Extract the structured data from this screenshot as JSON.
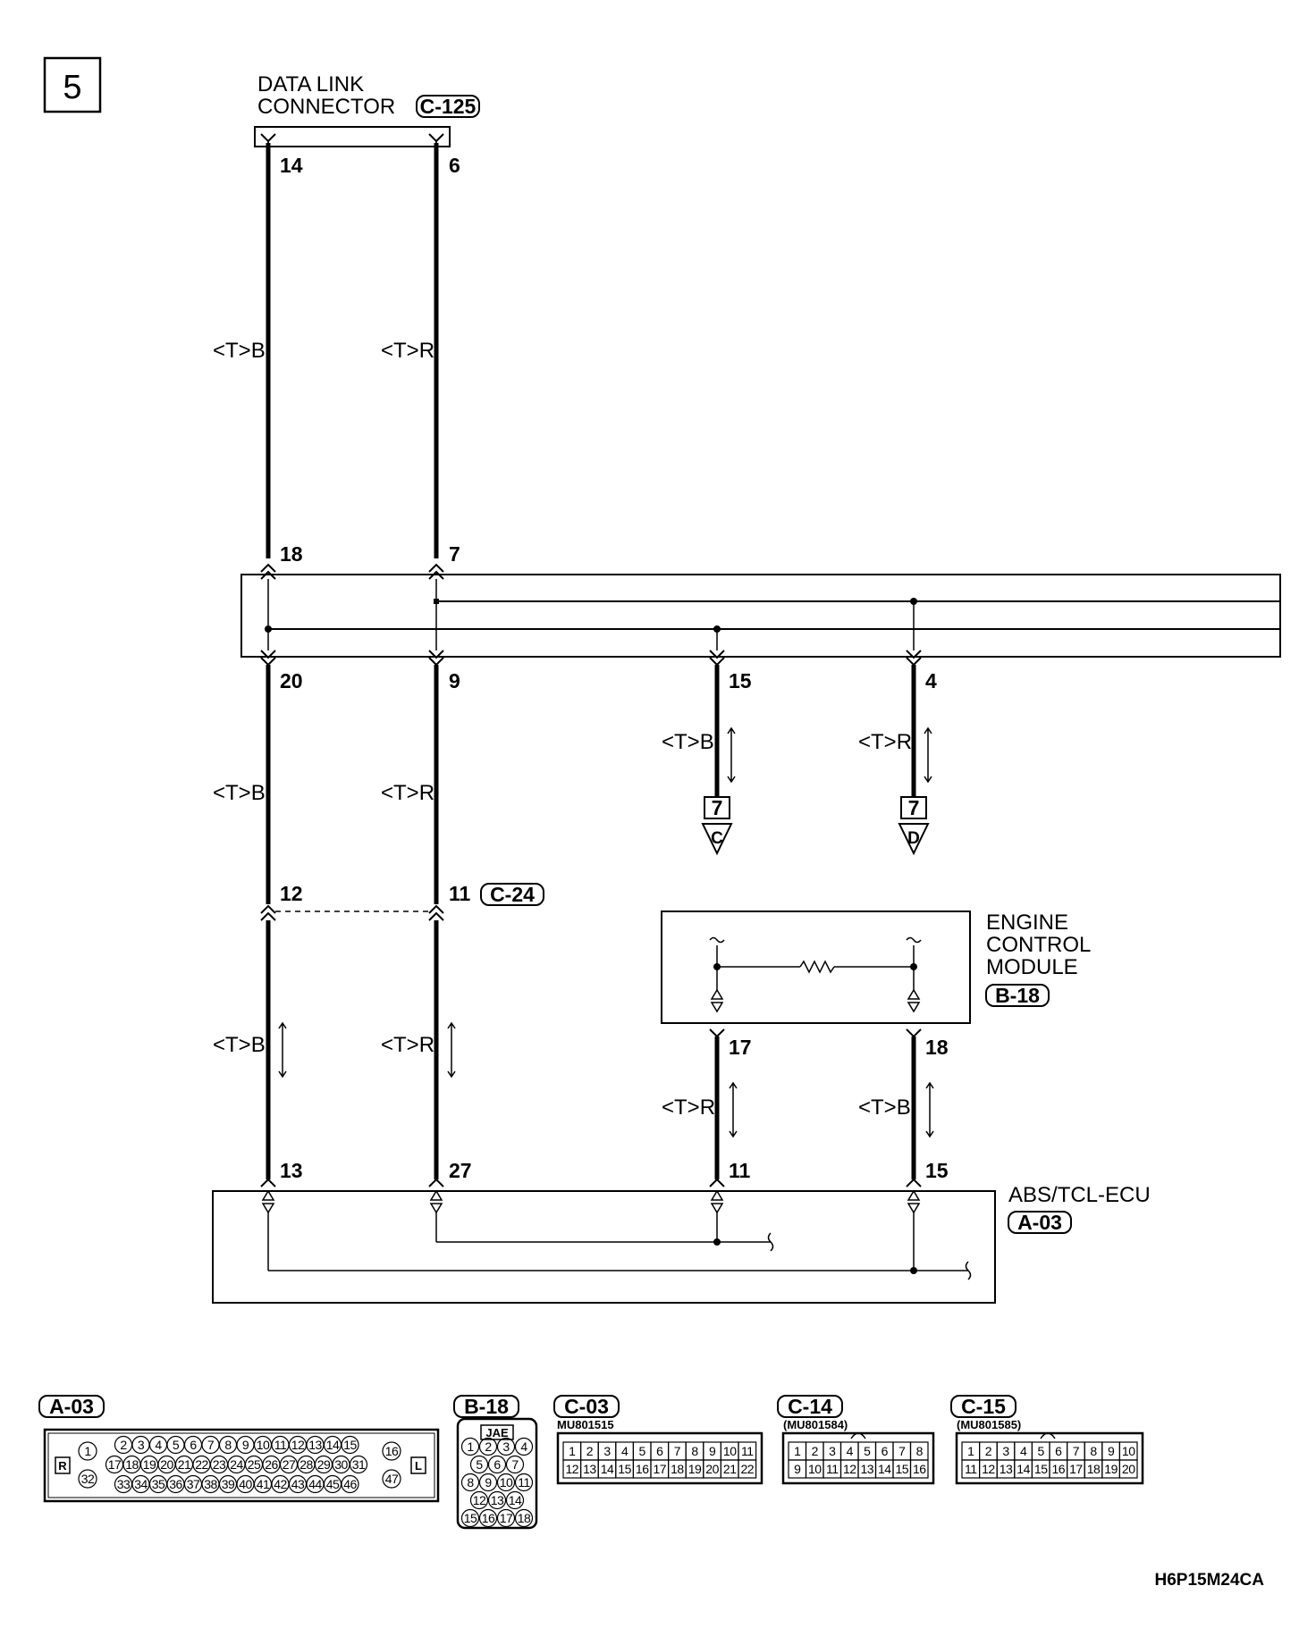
{
  "page": {
    "number": "5"
  },
  "components": {
    "dlc": {
      "label_line1": "DATA LINK",
      "label_line2": "CONNECTOR",
      "connector_id": "C-125"
    },
    "c24": {
      "connector_id": "C-24"
    },
    "ecm": {
      "label_line1": "ENGINE",
      "label_line2": "CONTROL",
      "label_line3": "MODULE",
      "connector_id": "B-18"
    },
    "abs_ecu": {
      "label": "ABS/TCL-ECU",
      "connector_id": "A-03"
    }
  },
  "wires": {
    "label_b": "<T>B",
    "label_r": "<T>R"
  },
  "pins": {
    "dlc_14": "14",
    "dlc_6": "6",
    "joint_18": "18",
    "joint_7": "7",
    "joint_20": "20",
    "joint_9": "9",
    "joint_15": "15",
    "joint_4": "4",
    "c24_12": "12",
    "c24_11": "11",
    "ecm_17": "17",
    "ecm_18": "18",
    "abs_13": "13",
    "abs_27": "27",
    "abs_11": "11",
    "abs_15": "15"
  },
  "references": {
    "c": {
      "page": "7",
      "letter": "C"
    },
    "d": {
      "page": "7",
      "letter": "D"
    }
  },
  "connector_views": {
    "a03": {
      "id": "A-03",
      "key_left": "R",
      "key_right": "L",
      "left_pins": [
        "1",
        "32"
      ],
      "right_pins": [
        "16",
        "47"
      ],
      "rows": [
        [
          "2",
          "3",
          "4",
          "5",
          "6",
          "7",
          "8",
          "9",
          "10",
          "11",
          "12",
          "13",
          "14",
          "15"
        ],
        [
          "17",
          "18",
          "19",
          "20",
          "21",
          "22",
          "23",
          "24",
          "25",
          "26",
          "27",
          "28",
          "29",
          "30",
          "31"
        ],
        [
          "33",
          "34",
          "35",
          "36",
          "37",
          "38",
          "39",
          "40",
          "41",
          "42",
          "43",
          "44",
          "45",
          "46"
        ]
      ]
    },
    "b18": {
      "id": "B-18",
      "maker": "JAE",
      "rows": [
        [
          "1",
          "2",
          "3",
          "4"
        ],
        [
          "5",
          "6",
          "7"
        ],
        [
          "8",
          "9",
          "10",
          "11"
        ],
        [
          "12",
          "13",
          "14"
        ],
        [
          "15",
          "16",
          "17",
          "18"
        ]
      ]
    },
    "c03": {
      "id": "C-03",
      "part": "MU801515",
      "rows": [
        [
          "1",
          "2",
          "3",
          "4",
          "5",
          "6",
          "7",
          "8",
          "9",
          "10",
          "11"
        ],
        [
          "12",
          "13",
          "14",
          "15",
          "16",
          "17",
          "18",
          "19",
          "20",
          "21",
          "22"
        ]
      ]
    },
    "c14": {
      "id": "C-14",
      "part": "(MU801584)",
      "rows": [
        [
          "1",
          "2",
          "3",
          "4",
          "5",
          "6",
          "7",
          "8"
        ],
        [
          "9",
          "10",
          "11",
          "12",
          "13",
          "14",
          "15",
          "16"
        ]
      ]
    },
    "c15": {
      "id": "C-15",
      "part": "(MU801585)",
      "rows": [
        [
          "1",
          "2",
          "3",
          "4",
          "5",
          "6",
          "7",
          "8",
          "9",
          "10"
        ],
        [
          "11",
          "12",
          "13",
          "14",
          "15",
          "16",
          "17",
          "18",
          "19",
          "20"
        ]
      ]
    }
  },
  "figure_code": "H6P15M24CA"
}
